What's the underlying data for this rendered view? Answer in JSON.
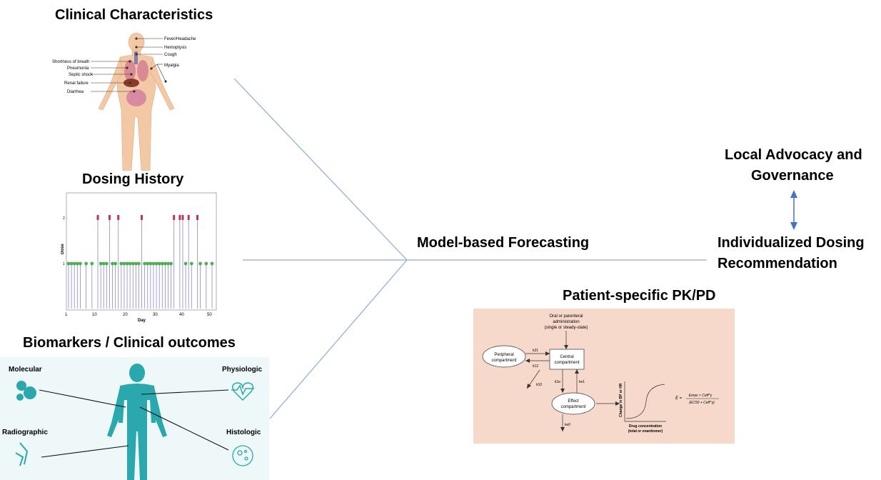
{
  "headings": {
    "clinical": "Clinical Characteristics",
    "dosing": "Dosing History",
    "biomarkers": "Biomarkers / Clinical outcomes",
    "model": "Model-based Forecasting",
    "advocacy_line1": "Local Advocacy and",
    "advocacy_line2": "Governance",
    "idr_line1": "Individualized Dosing",
    "idr_line2": "Recommendation",
    "pkpd": "Patient-specific PK/PD"
  },
  "symptoms": {
    "right": [
      "Fever/Headache",
      "Hemoptysis",
      "Cough",
      "Myalgia"
    ],
    "left": [
      "Shortness of breath",
      "Pneumonia",
      "Septic shock",
      "Renal failure",
      "Diarrhea"
    ]
  },
  "dosing_chart": {
    "ylabel": "Dose",
    "xlabel": "Day",
    "yticks": [
      "1",
      "2"
    ],
    "xticks": [
      "1",
      "10",
      "20",
      "30",
      "40",
      "50"
    ]
  },
  "biomarker_panel": {
    "molecular": "Molecular",
    "physiologic": "Physiologic",
    "radiographic": "Radiographic",
    "histologic": "Histologic"
  },
  "pkpd": {
    "admin": [
      "Oral or parenteral",
      "administration",
      "(single or steady-state)"
    ],
    "peripheral": [
      "Peripheral",
      "compartment"
    ],
    "central": [
      "Central",
      "compartment"
    ],
    "effect": [
      "Effect",
      "compartment"
    ],
    "k21": "k21",
    "k12": "k12",
    "k10": "k10",
    "k1e": "k1e",
    "ke1": "ke1",
    "ke0": "ke0",
    "curve_ylabel": "Change in BP or HR",
    "curve_xlabel1": "Drug concentration",
    "curve_xlabel2": "(total or enantiomer)",
    "eq_lhs": "E =",
    "eq_num": "Emax × Ceff^γ",
    "eq_den": "(EC50 + Ceff^γ)"
  },
  "colors": {
    "connector": "#8eaadb",
    "arrow": "#4472c4",
    "pkpd_bg": "#f6d9cb",
    "teal": "#2aa8ad",
    "body": "#f3c9a5",
    "dose_high": "#c0335b",
    "dose_low": "#4caf50",
    "stem": "#8888cc"
  }
}
